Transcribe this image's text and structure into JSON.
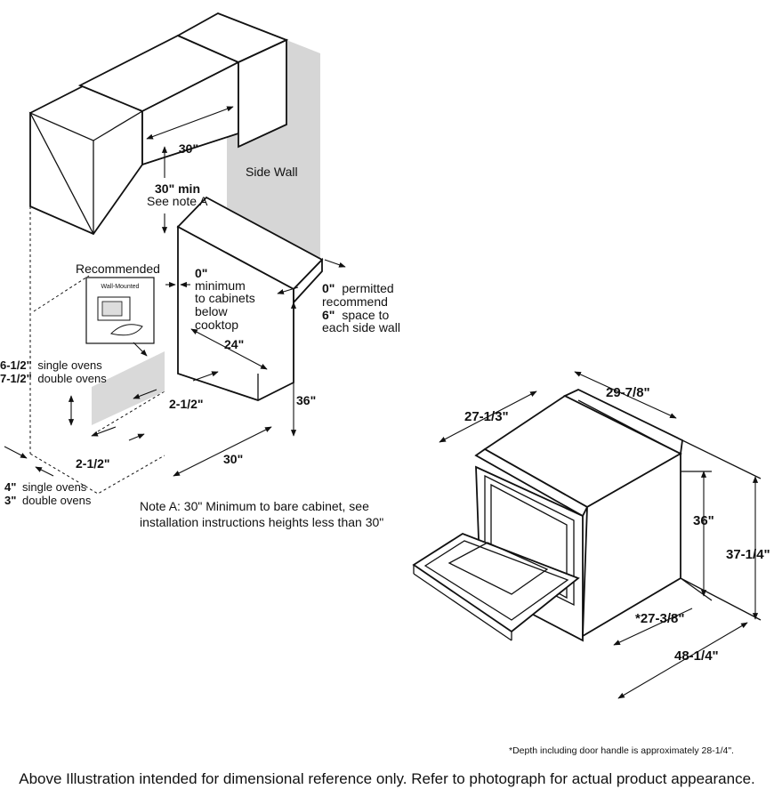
{
  "left": {
    "cabinet_width": "30\"",
    "min_height": "30\" min",
    "min_height_note": "See note A",
    "side_wall": "Side Wall",
    "recommended": "Recommended",
    "wall_mounted": "Wall-Mounted",
    "zero_label": "0\"",
    "zero_text": [
      "minimum",
      "to cabinets",
      "below",
      "cooktop"
    ],
    "depth_24": "24\"",
    "side_zero": "0\"",
    "side_zero_text": "permitted",
    "side_recommend": "recommend",
    "side_six": "6\"",
    "side_six_text": "space to",
    "side_wall_text": "each side wall",
    "height_36": "36\"",
    "offset_2half_a": "2-1/2\"",
    "offset_2half_b": "2-1/2\"",
    "width_30": "30\"",
    "single_val": "6-1/2\"",
    "single_txt": "single ovens",
    "double_val": "7-1/2\"",
    "double_txt": "double ovens",
    "four_val": "4\"",
    "four_txt": "single ovens",
    "three_val": "3\"",
    "three_txt": "double ovens",
    "note_a_1": "Note A: 30\" Minimum to bare cabinet, see",
    "note_a_2": "installation instructions heights less than 30\""
  },
  "right": {
    "width": "29-7/8\"",
    "depth": "27-1/3\"",
    "height_36": "36\"",
    "height_total": "37-1/4\"",
    "depth_door": "*27-3/8\"",
    "open_depth": "48-1/4\""
  },
  "footnote": "*Depth including door handle is approximately 28-1/4\".",
  "disclaimer": "Above Illustration intended for dimensional reference only. Refer to photograph for actual product appearance."
}
